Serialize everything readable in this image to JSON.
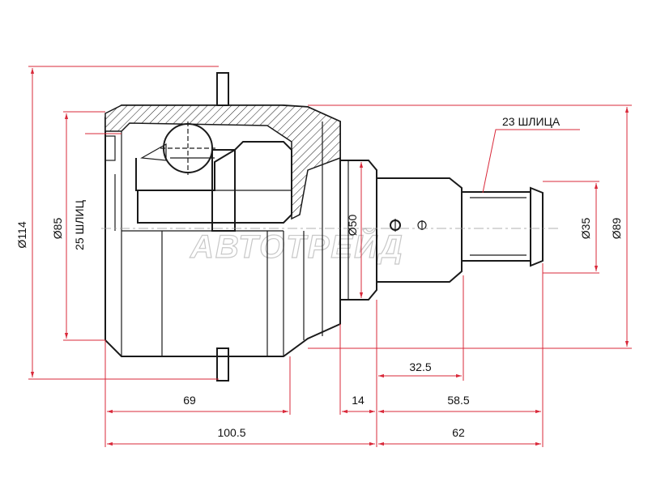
{
  "watermark": "АВТОТРЕЙД",
  "callouts": {
    "inner_splines": "23 ШЛИЦА",
    "outer_splines": "25 ШЛИЦ"
  },
  "dimensions": {
    "d114": "Ø114",
    "d85": "Ø85",
    "d50": "Ø50",
    "d35": "Ø35",
    "d89": "Ø89",
    "l32_5": "32.5",
    "l69": "69",
    "l14": "14",
    "l58_5": "58.5",
    "l100_5": "100.5",
    "l62": "62"
  },
  "colors": {
    "dimension_line": "#d9293a",
    "outline": "#1a1a1a",
    "watermark": "#c8c8c8"
  }
}
